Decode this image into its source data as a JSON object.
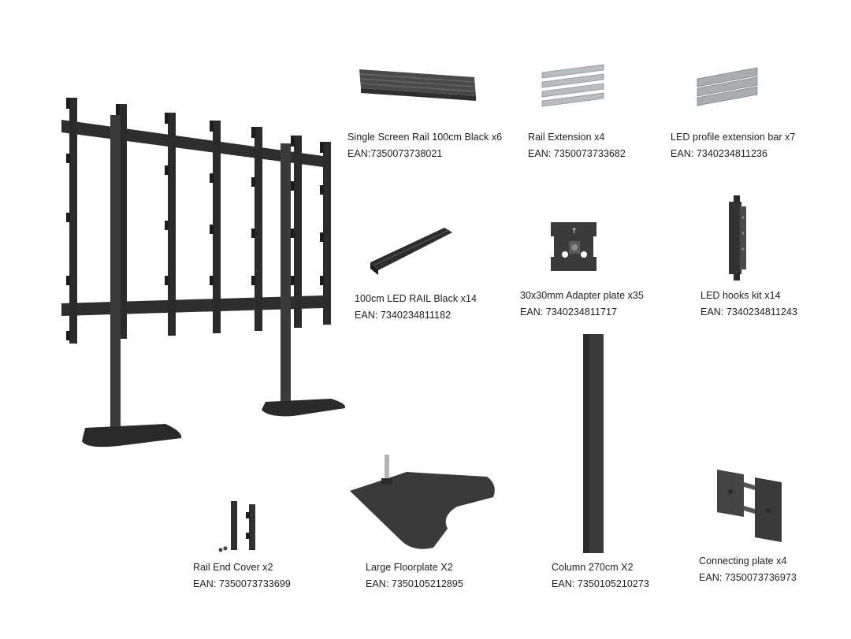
{
  "parts": [
    {
      "name": "Single Screen Rail 100cm Black x6",
      "ean": "EAN:7350073738021"
    },
    {
      "name": "Rail Extension x4",
      "ean": "EAN: 7350073733682"
    },
    {
      "name": "LED profile extension bar x7",
      "ean": "EAN: 7340234811236"
    },
    {
      "name": "100cm LED RAIL  Black x14",
      "ean": "EAN: 7340234811182"
    },
    {
      "name": "30x30mm Adapter plate x35",
      "ean": "EAN: 7340234811717"
    },
    {
      "name": "LED hooks kit x14",
      "ean": "EAN: 7340234811243"
    },
    {
      "name": "Rail End Cover x2",
      "ean": "EAN: 7350073733699"
    },
    {
      "name": "Large Floorplate X2",
      "ean": "EAN: 7350105212895"
    },
    {
      "name": "Column 270cm X2",
      "ean": "EAN: 7350105210273"
    },
    {
      "name": "Connecting plate x4",
      "ean": "EAN: 7350073736973"
    }
  ]
}
